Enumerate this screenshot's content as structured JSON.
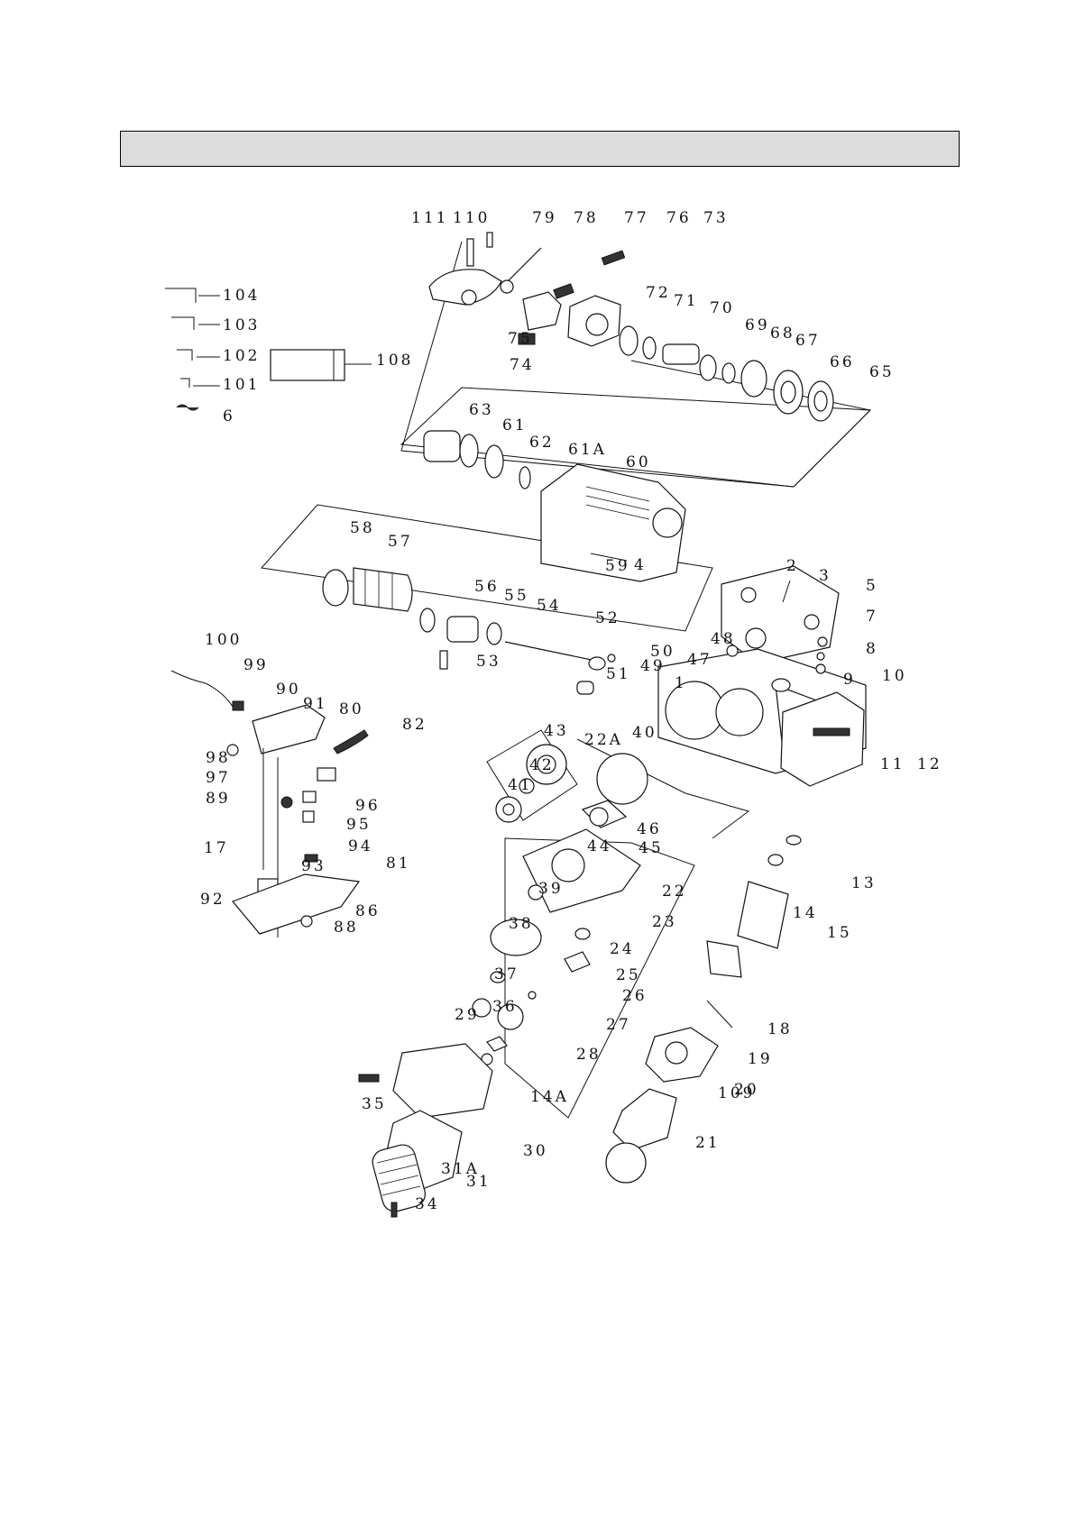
{
  "header": {
    "text": ""
  },
  "diagram": {
    "labels": [
      "111",
      "110",
      "79",
      "78",
      "77",
      "76",
      "73",
      "72",
      "71",
      "70",
      "69",
      "68",
      "67",
      "66",
      "65",
      "75",
      "74",
      "104",
      "103",
      "102",
      "101",
      "6",
      "108",
      "63",
      "61",
      "62",
      "61A",
      "60",
      "59",
      "4",
      "58",
      "57",
      "56",
      "55",
      "54",
      "52",
      "53",
      "2",
      "3",
      "5",
      "7",
      "8",
      "48",
      "47",
      "49",
      "50",
      "51",
      "1",
      "9",
      "10",
      "11",
      "12",
      "100",
      "99",
      "90",
      "91",
      "80",
      "82",
      "98",
      "97",
      "89",
      "96",
      "95",
      "94",
      "17",
      "93",
      "81",
      "92",
      "86",
      "88",
      "43",
      "42",
      "41",
      "22A",
      "40",
      "46",
      "44",
      "45",
      "13",
      "14",
      "15",
      "22",
      "23",
      "39",
      "38",
      "37",
      "24",
      "25",
      "26",
      "36",
      "27",
      "28",
      "29",
      "14A",
      "30",
      "31A",
      "31",
      "34",
      "35",
      "18",
      "19",
      "20",
      "109",
      "21"
    ]
  }
}
